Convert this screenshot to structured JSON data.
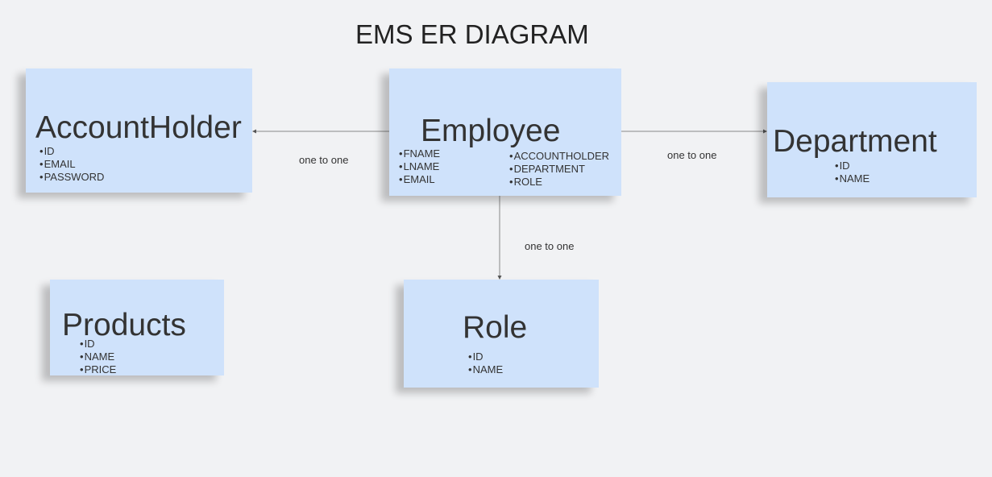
{
  "title": "EMS ER DIAGRAM",
  "colors": {
    "background": "#f1f2f4",
    "note": "#cfe2fb",
    "connector": "#888888",
    "text": "#333333"
  },
  "entities": {
    "accountholder": {
      "name": "AccountHolder",
      "attributes": [
        "ID",
        "EMAIL",
        "PASSWORD"
      ]
    },
    "employee": {
      "name": "Employee",
      "attributes_left": [
        "FNAME",
        "LNAME",
        "EMAIL"
      ],
      "attributes_right": [
        "ACCOUNTHOLDER",
        "DEPARTMENT",
        "ROLE"
      ]
    },
    "department": {
      "name": "Department",
      "attributes": [
        "ID",
        "NAME"
      ]
    },
    "products": {
      "name": "Products",
      "attributes": [
        "ID",
        "NAME",
        "PRICE"
      ]
    },
    "role": {
      "name": "Role",
      "attributes": [
        "ID",
        "NAME"
      ]
    }
  },
  "relationships": {
    "employee_accountholder": "one to one",
    "employee_department": "one to one",
    "employee_role": "one to one"
  }
}
